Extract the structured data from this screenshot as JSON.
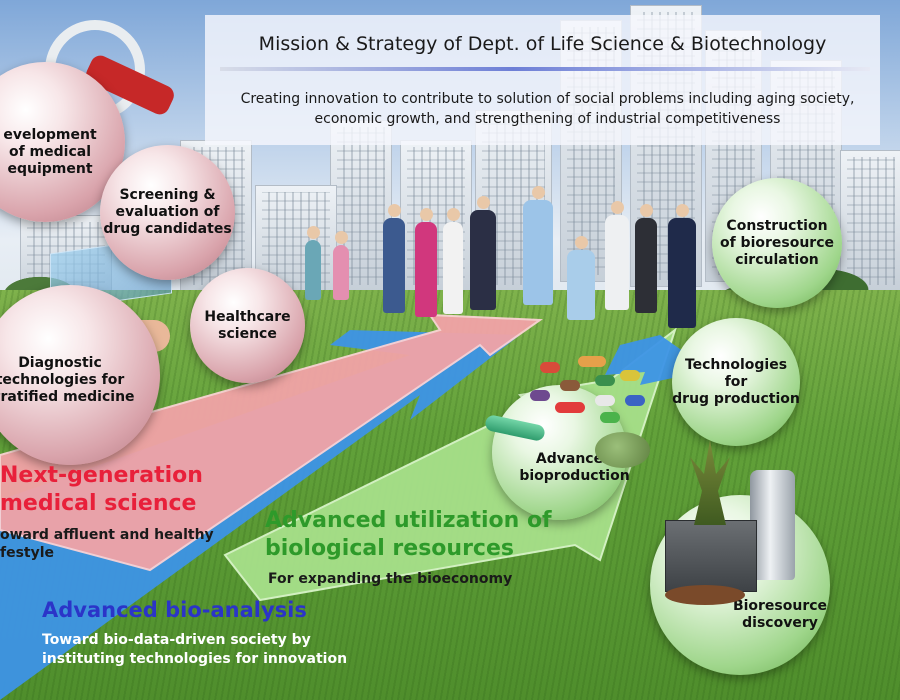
{
  "title": "Mission & Strategy of Dept. of Life Science & Biotechnology",
  "subtitle": "Creating innovation to contribute to solution of social problems including aging society, economic growth, and strengthening of industrial competitiveness",
  "bubbles": {
    "medical_equipment": "evelopment\nof medical\nequipment",
    "drug_screening": "Screening &\nevaluation of\ndrug candidates",
    "diagnostic": "Diagnostic\ntechnologies for\nstratified medicine",
    "healthcare": "Healthcare\nscience",
    "bioresource_circulation": "Construction\nof bioresource\ncirculation",
    "drug_production": "Technologies for\ndrug production",
    "bioproduction": "Advanced\nbioproduction",
    "bioresource_discovery": "Bioresource\ndiscovery"
  },
  "sections": {
    "medical": {
      "heading": "Next-generation\nmedical science",
      "sub": "oward affluent and healthy\nfestyle"
    },
    "biological": {
      "heading": "Advanced utilization of\nbiological resources",
      "sub": "For expanding the bioeconomy"
    },
    "bioanalysis": {
      "heading": "Advanced bio-analysis",
      "sub": "Toward bio-data-driven society by\ninstituting technologies for innovation"
    }
  },
  "colors": {
    "red_arrow": "#f2a3a7",
    "green_arrow": "#a7e08a",
    "blue_arrow": "#3d93e6",
    "medical_heading": "#e8203a",
    "biological_heading": "#2e9a2a",
    "bioanalysis_heading": "#2b34c8"
  }
}
